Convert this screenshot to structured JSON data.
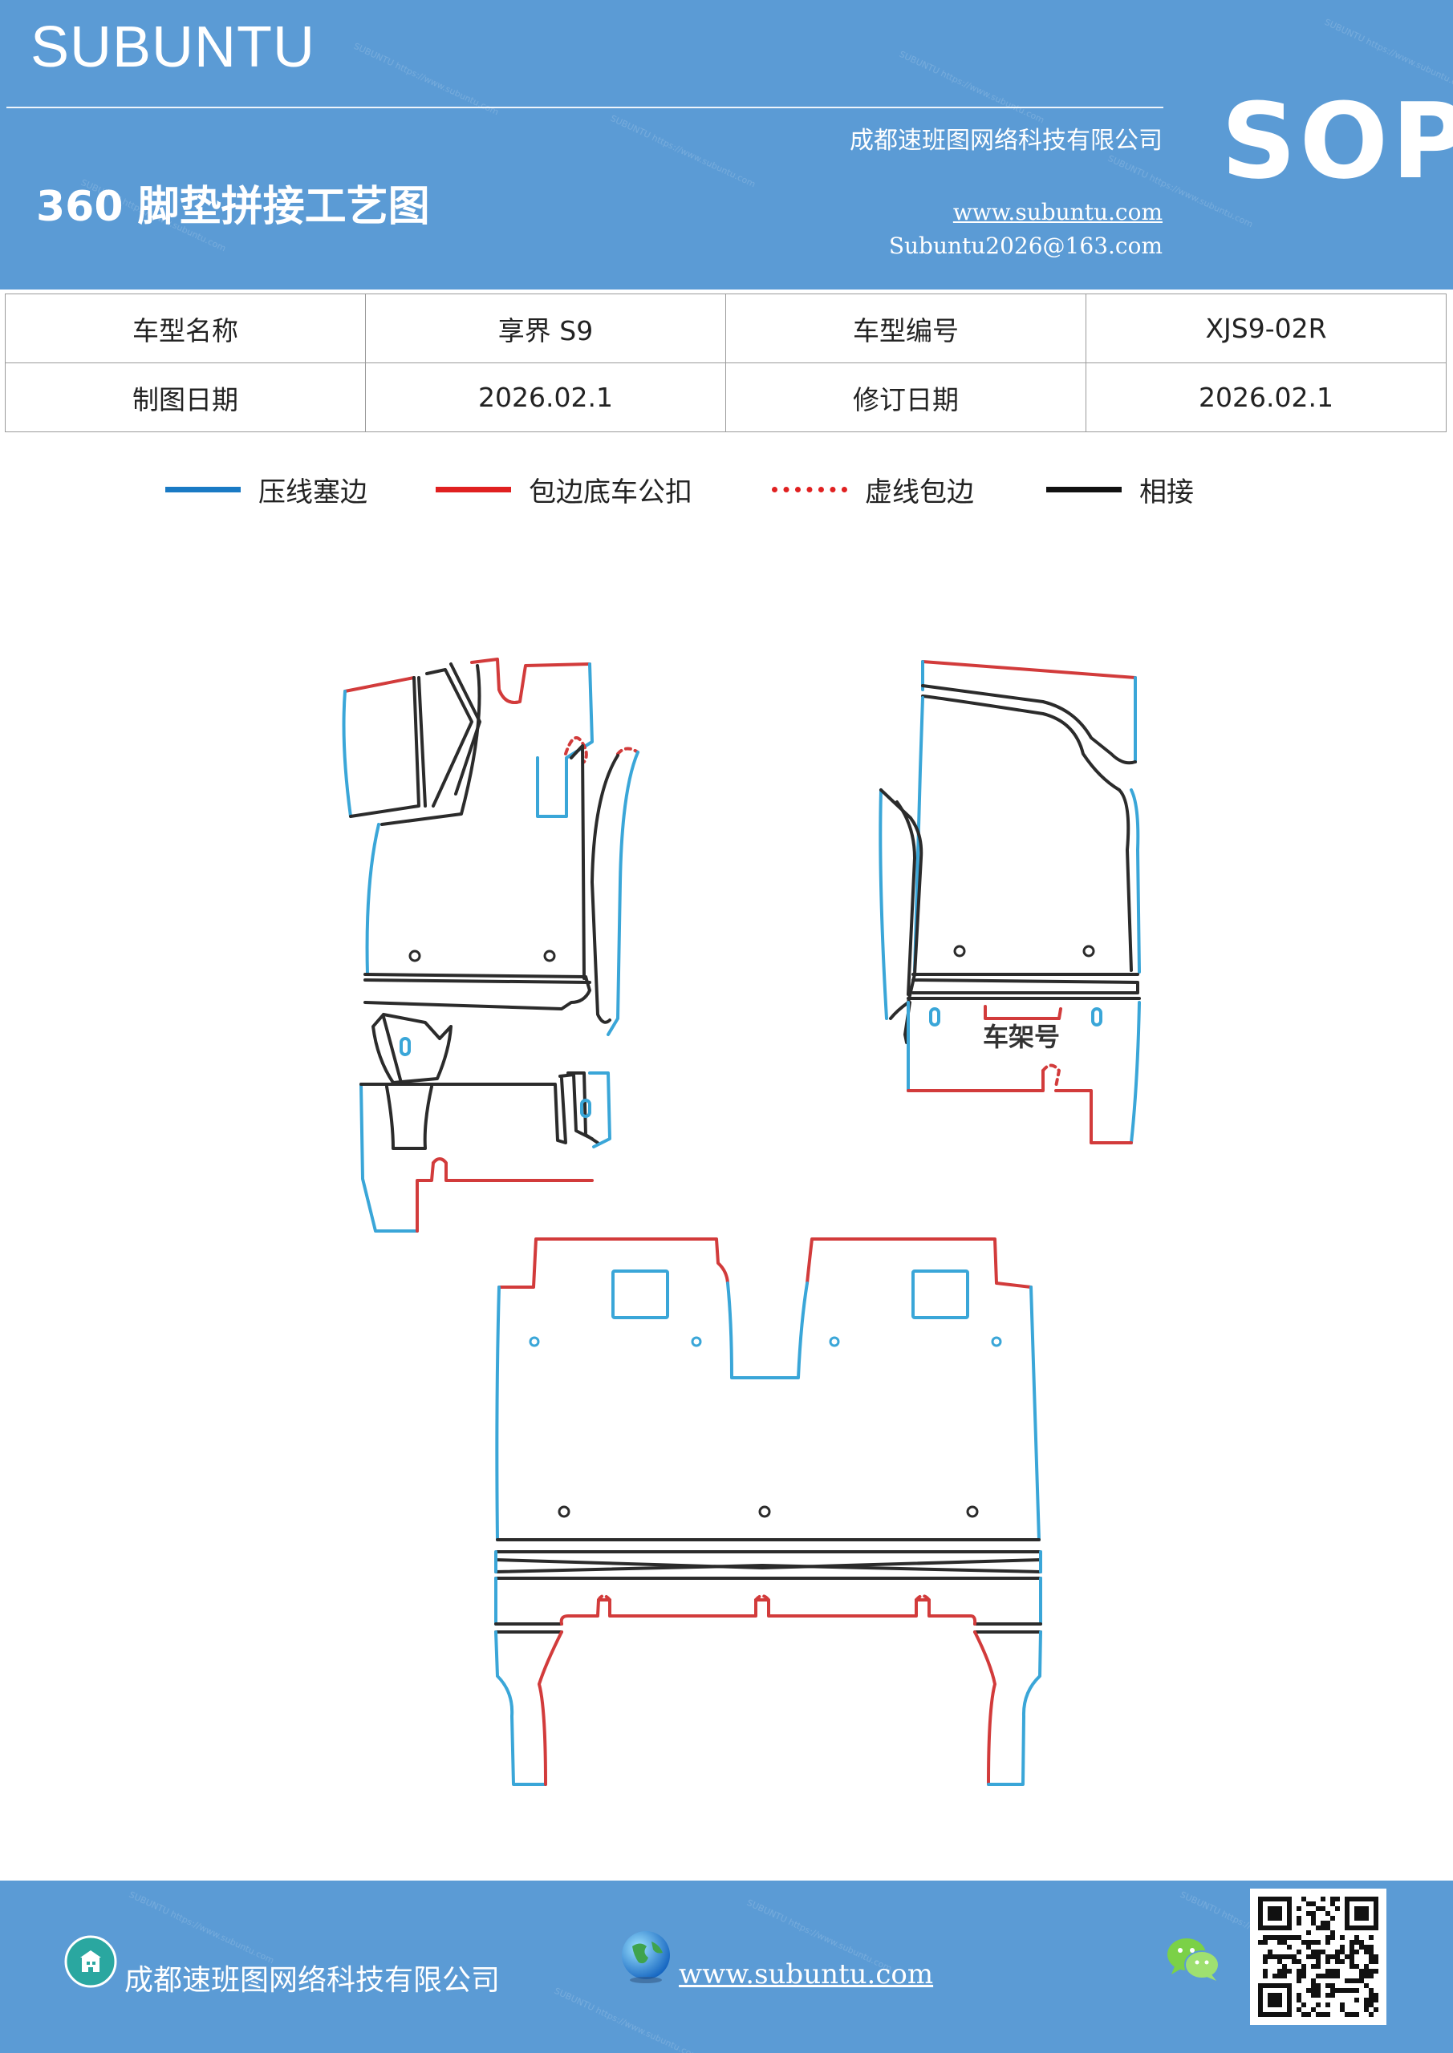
{
  "header": {
    "brand": "SUBUNTU",
    "company": "成都速班图网络科技有限公司",
    "title": "360 脚垫拼接工艺图",
    "website": "www.subuntu.com",
    "email": "Subuntu2026@163.com",
    "badge": "SOP"
  },
  "info_table": {
    "rows": [
      [
        {
          "label": "车型名称",
          "value": "享界 S9"
        },
        {
          "label": "车型编号",
          "value": "XJS9-02R"
        }
      ],
      [
        {
          "label": "制图日期",
          "value": "2026.02.1"
        },
        {
          "label": "修订日期",
          "value": "2026.02.1"
        }
      ]
    ]
  },
  "legend": [
    {
      "label": "压线塞边",
      "color": "#1a7ac4",
      "style": "solid"
    },
    {
      "label": "包边底车公扣",
      "color": "#e02020",
      "style": "solid"
    },
    {
      "label": "虚线包边",
      "color": "#e02020",
      "style": "dotted"
    },
    {
      "label": "相接",
      "color": "#111111",
      "style": "solid"
    }
  ],
  "diagram": {
    "chassis_label": "车架号",
    "colors": {
      "blue": "#3aa6d8",
      "red": "#d23b3b",
      "black": "#2b2b2b"
    }
  },
  "footer": {
    "company": "成都速班图网络科技有限公司",
    "website": "www.subuntu.com",
    "icons": [
      "building-icon",
      "globe-icon",
      "wechat-icon",
      "qr-code"
    ]
  }
}
